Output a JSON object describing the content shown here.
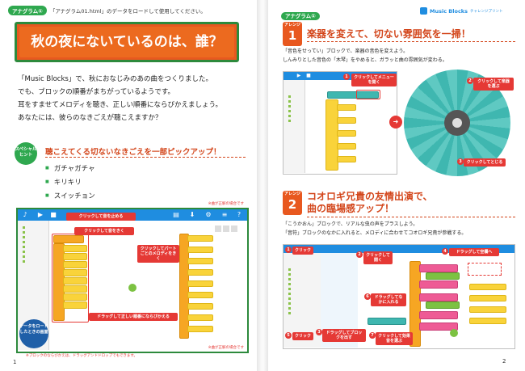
{
  "left": {
    "tag": "アナグラム①",
    "tag_note": "「アナグラム01.html」のデータをロードして使用してください。",
    "title": "秋の夜にないているのは、誰？",
    "body": [
      "「Music Blocks」で、秋におなじみのあの曲をつくりました。",
      "でも、ブロックの順番がまちがっているようです。",
      "耳をすませてメロディを聴き、正しい順番にならびかえましょう。",
      "あなたには、彼らのなきごえが聴こえますか？"
    ],
    "hint_badge": "スペシャルヒント",
    "hint_title": "聴こえてくる切ないなきごえを一部ピックアップ！",
    "bullets": [
      "ガチャガチャ",
      "キリキリ",
      "スイッチョン"
    ],
    "screenshot": {
      "note_top_right": "※曲が正解の場合です",
      "callouts": {
        "stop": "クリックして音を止める",
        "listen": "クリックして音をきく",
        "part": "クリックしてパートごとのメロディをきく",
        "drag": "ドラッグして正しい順番にならびかえる"
      },
      "loaded_badge": "データをロードしたときの画面",
      "note_bottom_right": "※曲が正解の場合です"
    },
    "footnote": "※ブロックのならびかえは、ドラッグアンドドロップでもできます。",
    "page_number": "1"
  },
  "right": {
    "tag": "アナグラム①",
    "logo": "Music Blocks",
    "logo_sub": "チャレンジプリント",
    "arrange1": {
      "badge_label": "アレンジ",
      "badge_number": "1",
      "title": "楽器を変えて、切ない雰囲気を一掃！",
      "desc": [
        "「音色をせってい」ブロックで、楽器の音色を変えよう。",
        "しんみりとした音色の「木琴」をやめると、ガラッと曲の雰囲気が変わる。"
      ],
      "callouts": {
        "menu": "クリックしてメニューを開く",
        "instrument": "クリックして楽器を選ぶ",
        "close": "クリックしてとじる"
      }
    },
    "arrange2": {
      "badge_label": "アレンジ",
      "badge_number": "2",
      "title_line1": "コオロギ兄貴の友情出演で、",
      "title_line2": "曲の臨場感アップ！",
      "desc": [
        "「こうかおん」ブロックで、リアルな虫の声をプラスしよう。",
        "「音符」ブロックのなかに入れると、メロディに合わせてコオロギ兄貴が参戦する。"
      ],
      "callouts": {
        "click1": "クリック",
        "open": "クリックして開く",
        "drag_empty": "ドラッグして空欄へ",
        "into_note": "ドラッグしてなかに入れる",
        "drag_out": "ドラッグしてブロックを出す",
        "click2": "クリック",
        "effect": "クリックして効果音を選ぶ"
      }
    },
    "page_number": "2"
  },
  "colors": {
    "accent_orange": "#e8581f",
    "frame_green": "#2d8a3c",
    "musicblocks_blue": "#1f8de0",
    "callout_red": "#e53935"
  }
}
